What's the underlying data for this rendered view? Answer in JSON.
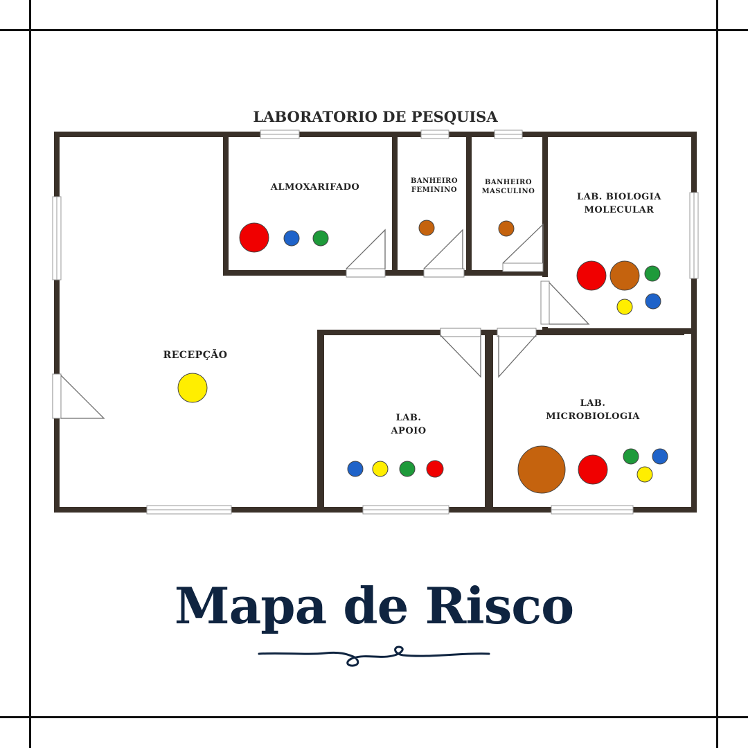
{
  "plan": {
    "title": "LABORATORIO DE PESQUISA",
    "rooms": {
      "almoxarifado": [
        "ALMOXARIFADO"
      ],
      "banheiro_feminino": [
        "BANHEIRO",
        "FEMININO"
      ],
      "banheiro_masculino": [
        "BANHEIRO",
        "MASCULINO"
      ],
      "lab_biologia": [
        "LAB. BIOLOGIA",
        "MOLECULAR"
      ],
      "recepcao": [
        "RECEPÇÃO"
      ],
      "lab_apoio": [
        "LAB.",
        "APOIO"
      ],
      "lab_micro": [
        "LAB.",
        "MICROBIOLOGIA"
      ]
    },
    "colors": {
      "wall": "#3a3129",
      "red": "#f00000",
      "blue": "#1f63c9",
      "green": "#1e9a3a",
      "yellow": "#ffee00",
      "brown": "#c5630e"
    }
  },
  "main_title": "Mapa de Risco"
}
